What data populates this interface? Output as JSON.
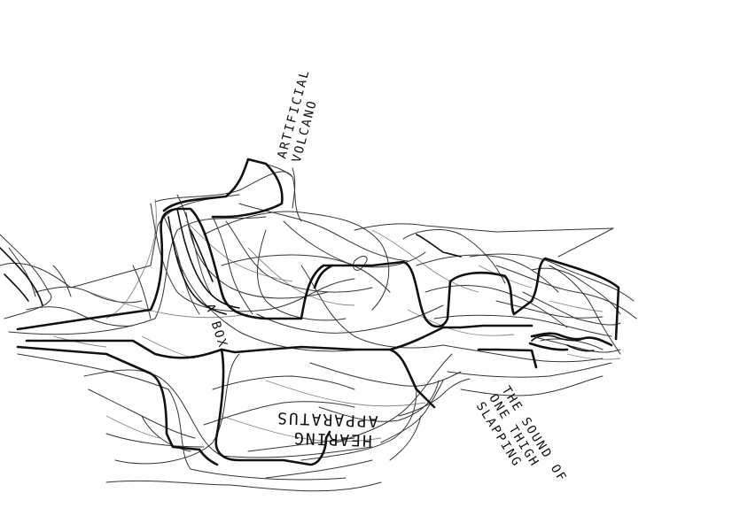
{
  "colors": {
    "background": "#ffffff",
    "ink": "#111111",
    "ink_light": "#444444"
  },
  "labels": {
    "artificial_volcano": [
      "ARTIFICIAL",
      "VOLCANO"
    ],
    "a_box": "A BOX",
    "hearing_apparatus": [
      "HEARING",
      "APPARATUS"
    ],
    "sound_of_one_thigh": [
      "THE SOUND OF",
      "ONE THIGH",
      "SLAPPING"
    ]
  }
}
